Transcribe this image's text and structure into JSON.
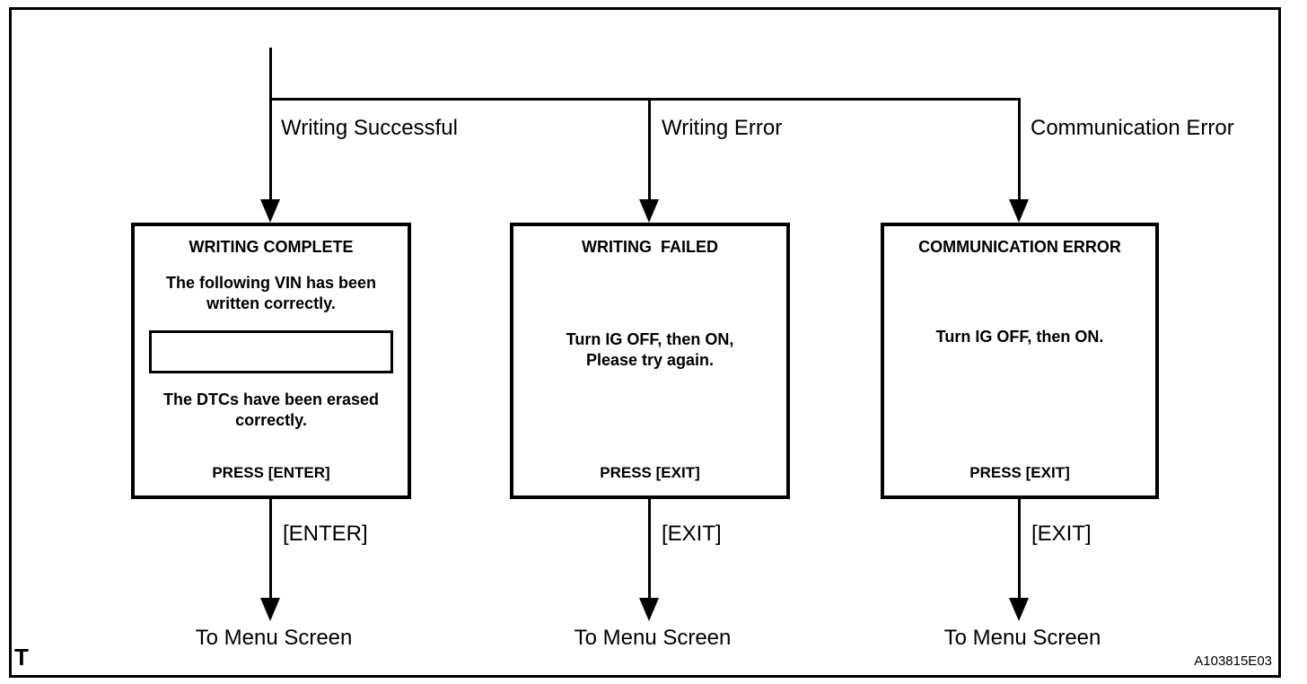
{
  "page": {
    "corner_letter": "T",
    "figure_code": "A103815E03"
  },
  "flowchart": {
    "branches": [
      {
        "condition": "Writing Successful",
        "box": {
          "title": "WRITING COMPLETE",
          "line1": "The following VIN has been\nwritten correctly.",
          "vin_field_value": "",
          "line2": "The DTCs have been erased\ncorrectly.",
          "press": "PRESS [ENTER]"
        },
        "key": "[ENTER]",
        "destination": "To Menu Screen"
      },
      {
        "condition": "Writing Error",
        "box": {
          "title": "WRITING  FAILED",
          "line1": "Turn IG OFF, then ON,\nPlease try again.",
          "press": "PRESS [EXIT]"
        },
        "key": "[EXIT]",
        "destination": "To Menu Screen"
      },
      {
        "condition": "Communication Error",
        "box": {
          "title": "COMMUNICATION ERROR",
          "line1": "Turn IG OFF, then ON.",
          "press": "PRESS [EXIT]"
        },
        "key": "[EXIT]",
        "destination": "To Menu Screen"
      }
    ]
  }
}
